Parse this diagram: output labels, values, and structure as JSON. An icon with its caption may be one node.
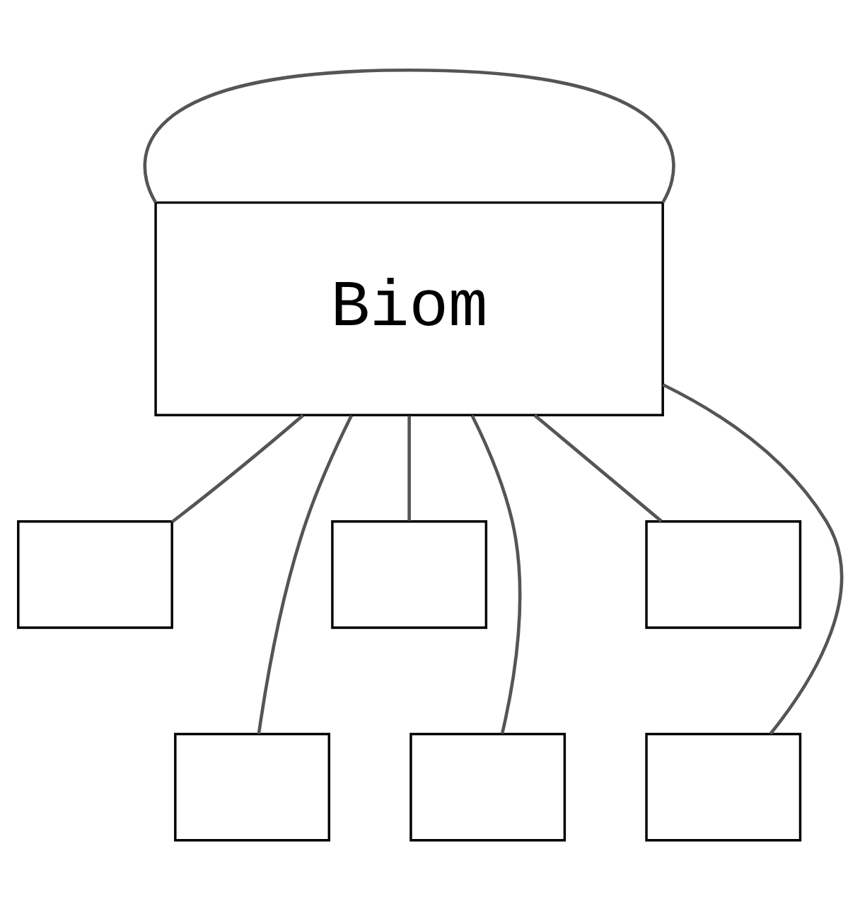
{
  "diagram": {
    "nodes": [
      {
        "text": [
          "Biom"
        ]
      },
      {
        "text": [],
        "shape": "box"
      },
      {
        "text": [],
        "shape": "box"
      },
      {
        "text": [],
        "shape": "box"
      },
      {
        "text": [],
        "shape": "box"
      },
      {
        "text": [],
        "shape": "box"
      },
      {
        "text": [],
        "shape": "box"
      }
    ],
    "edges": [
      {
        "from": 0,
        "to": 0,
        "arrow": "none"
      },
      {
        "from": 0,
        "to": 1,
        "arrow": "none"
      },
      {
        "from": 0,
        "to": 4,
        "arrow": "none"
      },
      {
        "from": 0,
        "to": 2,
        "arrow": "none"
      },
      {
        "from": 0,
        "to": 5,
        "arrow": "none"
      },
      {
        "from": 0,
        "to": 3,
        "arrow": "none"
      },
      {
        "from": 0,
        "to": 6,
        "arrow": "none"
      }
    ]
  }
}
